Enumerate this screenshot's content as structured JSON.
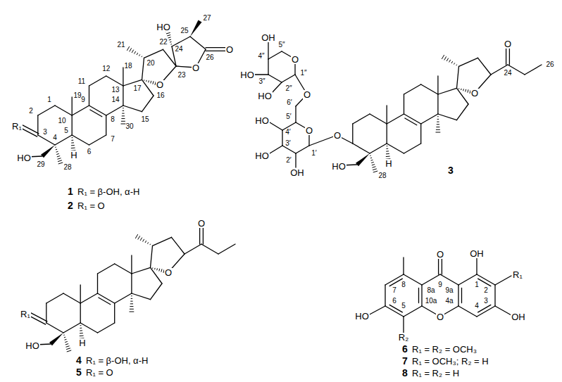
{
  "diagram": {
    "labels": [
      "21",
      "18",
      "20",
      "22",
      "HO",
      "24",
      "25",
      "27",
      "23",
      "26",
      "O",
      "O",
      "O",
      "11",
      "12",
      "13",
      "17",
      "16",
      "19",
      "1",
      "2",
      "9",
      "10",
      "8",
      "14",
      "15",
      "30",
      "R₁",
      "3",
      "4",
      "5",
      "6",
      "7",
      "HO",
      "29",
      "H",
      "28",
      "1",
      "R₁ = β-OH, α-H",
      "2",
      "R₁ = O",
      "OH",
      "4″",
      "5″",
      "O",
      "HO",
      "3″",
      "1″",
      "2″",
      "HO",
      "O",
      "6′",
      "5′",
      "HO",
      "O",
      "4′",
      "1′",
      "HO",
      "3′",
      "OH",
      "2′",
      "O",
      "O",
      "24",
      "26",
      "O",
      "H",
      "HO",
      "28",
      "3",
      "O",
      "O",
      "R₁",
      "H",
      "HO",
      "4",
      "R₁ = β-OH, α-H",
      "5",
      "R₁ = O",
      "O",
      "9",
      "OH",
      "1",
      "8",
      "8a",
      "9a",
      "2",
      "R₁",
      "7",
      "6",
      "10a",
      "4a",
      "3",
      "OH",
      "HO",
      "5",
      "4",
      "O",
      "R₂",
      "6",
      "R₁ = R₂ = OCH₃",
      "7",
      "R₁ = OCH₃; R₂ = H",
      "8",
      "R₁ = R₂ = H"
    ]
  }
}
